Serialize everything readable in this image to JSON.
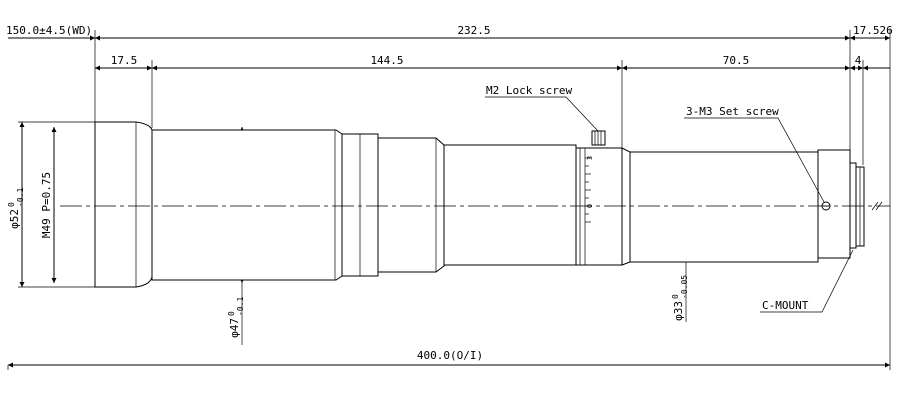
{
  "dimensions": {
    "wd": "150.0±4.5(WD)",
    "overall_length": "232.5",
    "flange": "17.526",
    "seg1": "17.5",
    "seg2": "144.5",
    "seg3": "70.5",
    "seg4": "4",
    "total": "400.0(O/I)"
  },
  "callouts": {
    "lock_screw": "M2 Lock screw",
    "set_screw": "3-M3 Set screw",
    "mount": "C-MOUNT"
  },
  "diameters": {
    "d52": "φ52-0.1",
    "d52_base": "φ52",
    "d52_tol_upper": "0",
    "d52_tol_lower": "-0.1",
    "m49": "M49 P=0.75",
    "d47": "φ47-0.1",
    "d47_base": "φ47",
    "d47_tol_upper": "0",
    "d47_tol_lower": "-0.1",
    "d33": "φ33-0.05",
    "d33_base": "φ33",
    "d33_tol_upper": "0",
    "d33_tol_lower": "-0.05"
  },
  "scale": {
    "mark_top": "3",
    "mark_bottom": "0"
  }
}
